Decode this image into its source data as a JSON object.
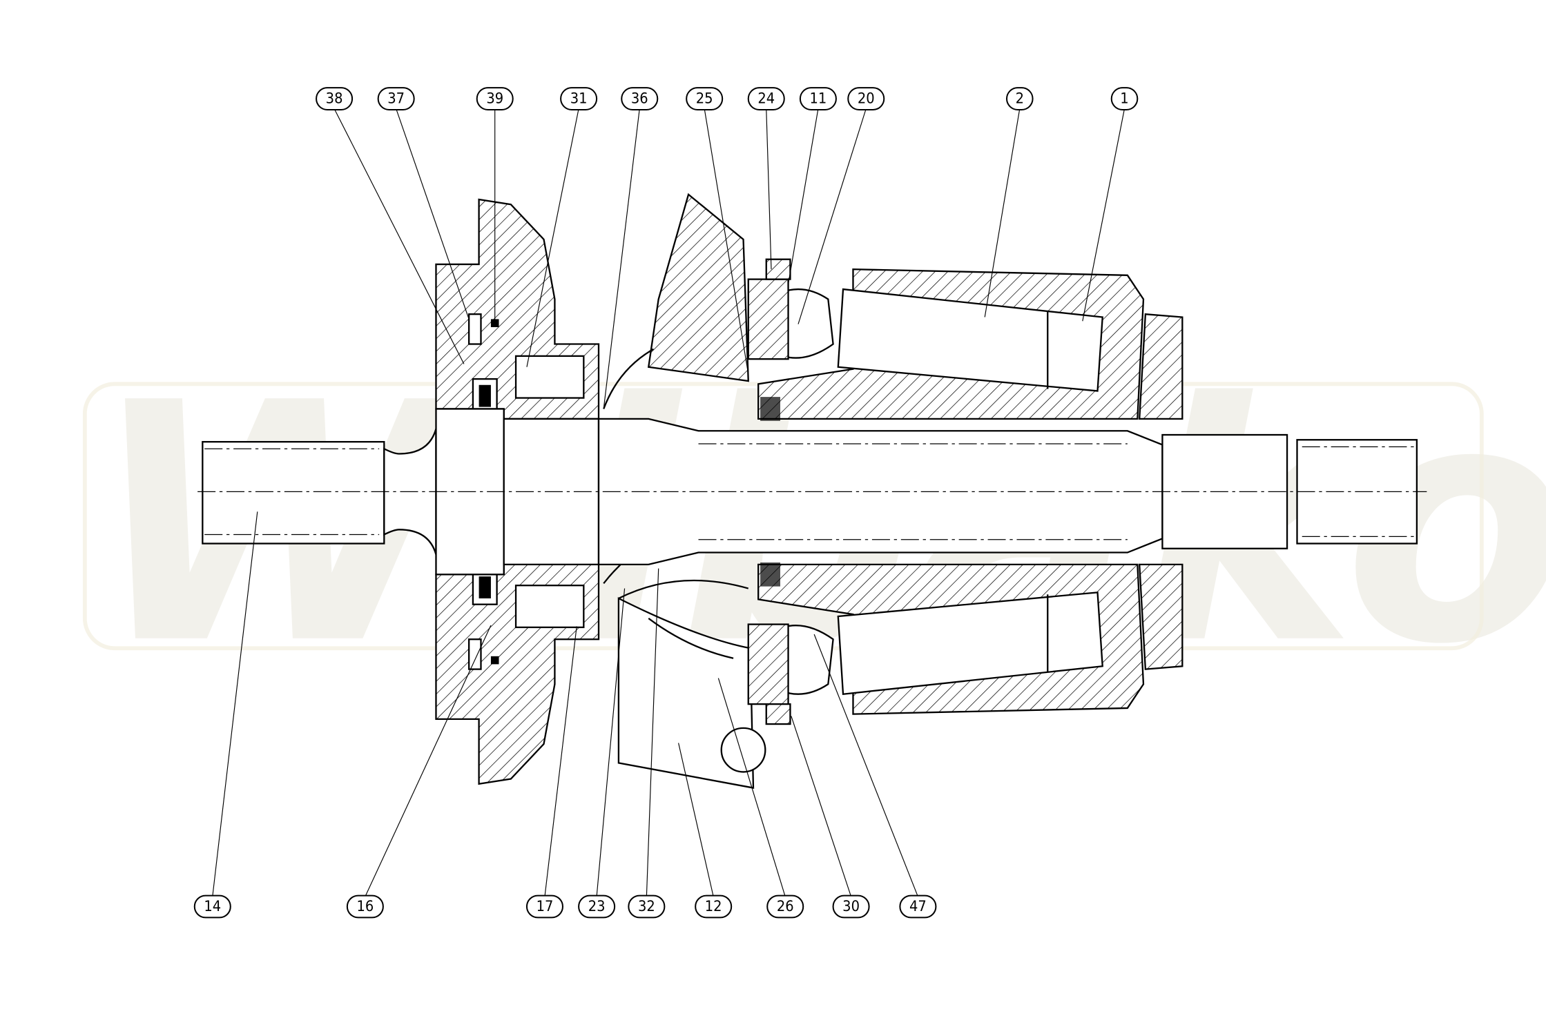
{
  "watermark": "Wilbako",
  "callouts_top": [
    "38",
    "37",
    "39",
    "31",
    "36",
    "25",
    "24",
    "11",
    "20",
    "2",
    "1"
  ],
  "callouts_bottom": [
    "14",
    "16",
    "17",
    "23",
    "32",
    "12",
    "26",
    "30",
    "47"
  ]
}
